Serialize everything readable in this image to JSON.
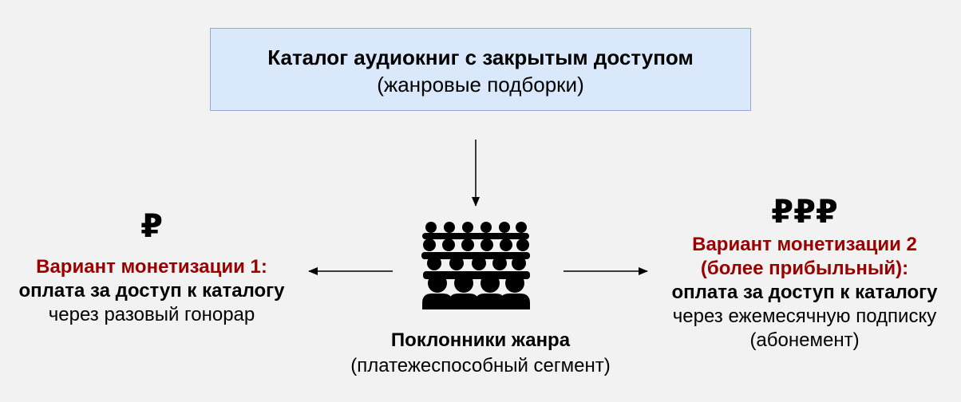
{
  "catalog": {
    "title": "Каталог аудиокниг с закрытым доступом",
    "subtitle": "(жанровые подборки)"
  },
  "audience": {
    "title": "Поклонники жанра",
    "subtitle": "(платежеспособный сегмент)",
    "icon": "crowd-icon"
  },
  "option1": {
    "currency": "₽",
    "variant": "Вариант монетизации 1:",
    "access": "оплата за доступ к каталогу",
    "method": "через разовый гонорар"
  },
  "option2": {
    "currency": "₽₽₽",
    "variant_line1": "Вариант монетизации 2",
    "variant_line2": "(более прибыльный):",
    "access": "оплата за доступ к каталогу",
    "method_line1": "через ежемесячную подписку",
    "method_line2": "(абонемент)"
  },
  "colors": {
    "box_fill": "#dae8fc",
    "box_border": "#8fa9cf",
    "accent": "#9a0000",
    "background": "#f2f2f2"
  }
}
